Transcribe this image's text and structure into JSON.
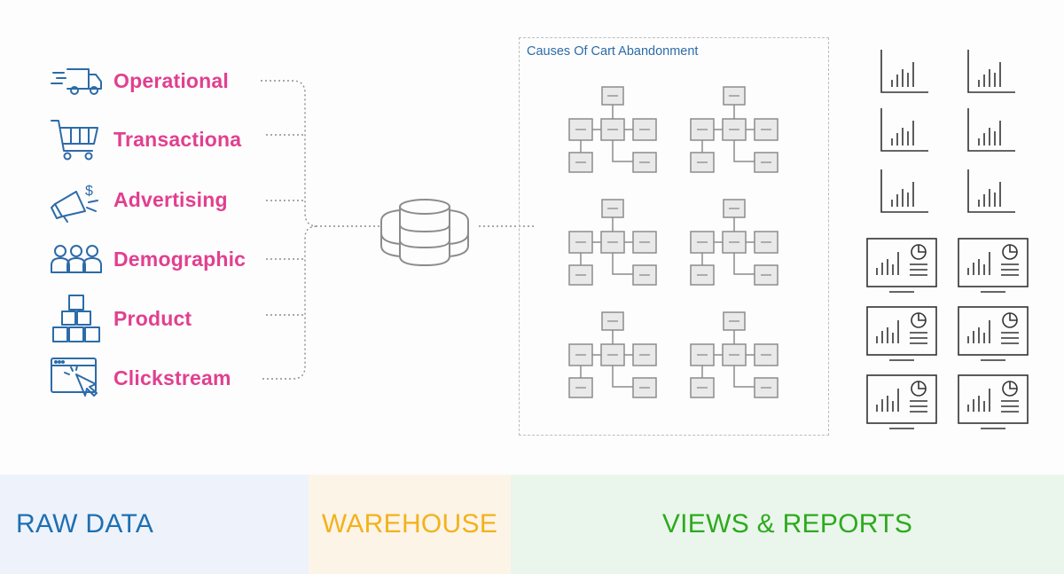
{
  "sources": [
    {
      "label": "Operational",
      "icon": "delivery-truck-icon"
    },
    {
      "label": "Transactiona",
      "icon": "shopping-cart-icon"
    },
    {
      "label": "Advertising",
      "icon": "megaphone-dollar-icon"
    },
    {
      "label": "Demographic",
      "icon": "people-group-icon"
    },
    {
      "label": "Product",
      "icon": "stacked-boxes-icon"
    },
    {
      "label": "Clickstream",
      "icon": "browser-cursor-icon"
    }
  ],
  "warehouse": {
    "icon": "database-icon"
  },
  "panel": {
    "title": "Causes Of Cart Abandonment"
  },
  "bands": {
    "raw": {
      "label": "RAW DATA",
      "color": "#1f6fb2",
      "bg": "#eef3fb"
    },
    "warehouse": {
      "label": "WAREHOUSE",
      "color": "#f2b21b",
      "bg": "#fdf4e8"
    },
    "views": {
      "label": "VIEWS & REPORTS",
      "color": "#2eaa1e",
      "bg": "#eaf6ec"
    }
  },
  "colors": {
    "source_label": "#e23f8f",
    "source_icon": "#2c6ba8",
    "diagram_gray": "#8c8c8c",
    "report_icon": "#333333"
  }
}
